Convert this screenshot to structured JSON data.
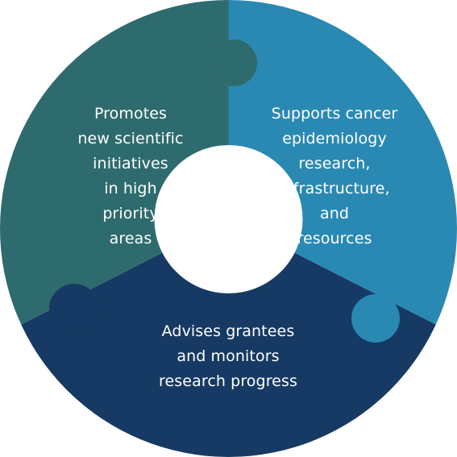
{
  "colors": {
    "left_segment": "#2e6b6e",
    "right_segment": "#2a89b3",
    "bottom_segment": "#163a63",
    "center": "#ffffff",
    "text": "#ffffff"
  },
  "segments": [
    {
      "id": "left",
      "lines": [
        "Promotes",
        "new scientific",
        "initiatives",
        "in high",
        "priority",
        "areas"
      ]
    },
    {
      "id": "right",
      "lines": [
        "Supports cancer",
        "epidemiology",
        "research,",
        "infrastructure,",
        "and",
        "resources"
      ]
    },
    {
      "id": "bottom",
      "lines": [
        "Advises grantees",
        "and monitors",
        "research progress"
      ]
    }
  ]
}
